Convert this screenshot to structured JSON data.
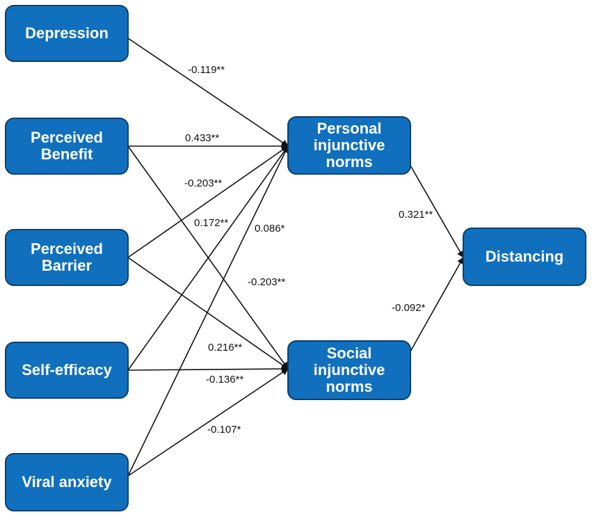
{
  "nodes": {
    "depression": [
      "Depression"
    ],
    "benefit": [
      "Perceived",
      "Benefit"
    ],
    "barrier": [
      "Perceived",
      "Barrier"
    ],
    "efficacy": [
      "Self-efficacy"
    ],
    "anxiety": [
      "Viral anxiety"
    ],
    "personal": [
      "Personal",
      "injunctive",
      "norms"
    ],
    "social": [
      "Social",
      "injunctive",
      "norms"
    ],
    "distancing": [
      "Distancing"
    ]
  },
  "edges": [
    {
      "from": "depression",
      "to": "personal",
      "label": "-0.119**"
    },
    {
      "from": "benefit",
      "to": "personal",
      "label": "0.433**"
    },
    {
      "from": "barrier",
      "to": "personal",
      "label": "-0.203**"
    },
    {
      "from": "efficacy",
      "to": "personal",
      "label": "0.172**"
    },
    {
      "from": "anxiety",
      "to": "personal",
      "label": "0.086*"
    },
    {
      "from": "benefit",
      "to": "social",
      "label": "-0.203**"
    },
    {
      "from": "barrier",
      "to": "social",
      "label": "0.216**"
    },
    {
      "from": "efficacy",
      "to": "social",
      "label": "-0.136**"
    },
    {
      "from": "anxiety",
      "to": "social",
      "label": "-0.107*"
    },
    {
      "from": "personal",
      "to": "distancing",
      "label": "0.321**"
    },
    {
      "from": "social",
      "to": "distancing",
      "label": "-0.092*"
    }
  ],
  "colors": {
    "node_fill": "#1070bd",
    "node_border": "#0b3f6e",
    "node_text": "#ffffff",
    "edge": "#111111"
  }
}
